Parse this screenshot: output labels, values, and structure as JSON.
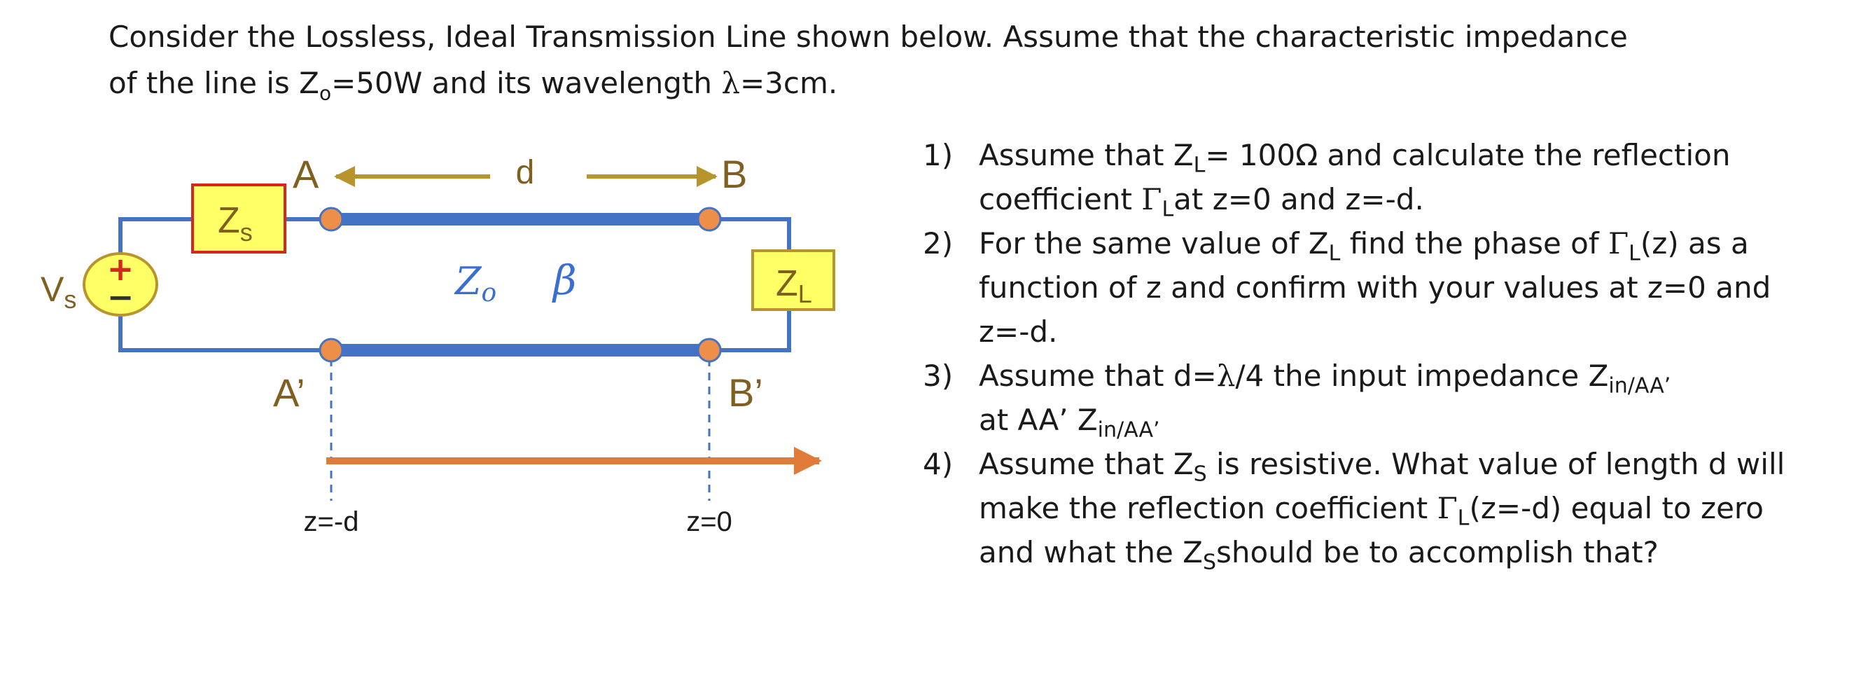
{
  "intro": {
    "line1": "Consider the Lossless, Ideal Transmission Line shown below. Assume that the characteristic impedance",
    "line2_a": "of the line is Z",
    "line2_sub": "o",
    "line2_b": "=50W and its wavelength ",
    "lambda": "λ",
    "line2_c": "=3cm."
  },
  "diagram": {
    "vs_base": "V",
    "vs_sub": "s",
    "source_plus": "+",
    "source_minus": "−",
    "zs_base": "Z",
    "zs_sub": "s",
    "zl_base": "Z",
    "zl_sub": "L",
    "line_z0_base": "Z",
    "line_z0_sub": "o",
    "line_beta": "β",
    "label_a": "A",
    "label_b": "B",
    "label_a_prime": "A’",
    "label_b_prime": "B’",
    "label_d": "d",
    "label_z_minus_d": "z=-d",
    "label_z0": "z=0",
    "colors": {
      "wire": "#4472c4",
      "node": "#ed8f49",
      "dimension_arrow": "#b8942d",
      "z_axis_arrow": "#e07b39",
      "impedance_box_fill": "#ffff66",
      "zs_border": "#d9261c",
      "zl_border": "#b8942d",
      "label_text": "#7f6020",
      "line_param_text": "#3a6fd1"
    }
  },
  "tasks": [
    {
      "num": "1)",
      "t1": "Assume that Z",
      "t1_sub": "L",
      "t2": "= 100Ω and calculate the reflection",
      "t3": "coefficient ",
      "gamma": "Γ",
      "t3_sub": "L",
      "t4": "at z=0 and z=-d."
    },
    {
      "num": "2)",
      "t1": "For the same value of Z",
      "t1_sub": "L",
      "t2": " find the phase of ",
      "gamma": "Γ",
      "t2_sub": "L",
      "t3": "(z) as a",
      "t4": "function of z and confirm with your values at z=0 and",
      "t5": "z=-d."
    },
    {
      "num": "3)",
      "t1": "Assume that d=",
      "lambda": "λ",
      "t2": "/4 the input impedance Z",
      "t2_sub": "in/AA’",
      "t3": " at AA’  Z",
      "t3_sub": "in/AA’"
    },
    {
      "num": "4)",
      "t1": "Assume that Z",
      "t1_sub": "S",
      "t2": " is resistive. What value of length d will",
      "t3": "make the reflection coefficient ",
      "gamma": "Γ",
      "t3_sub": "L",
      "t4": "(z=-d) equal to zero",
      "t5": "and what the Z",
      "t5_sub": "S",
      "t6": "should be to accomplish that?"
    }
  ]
}
